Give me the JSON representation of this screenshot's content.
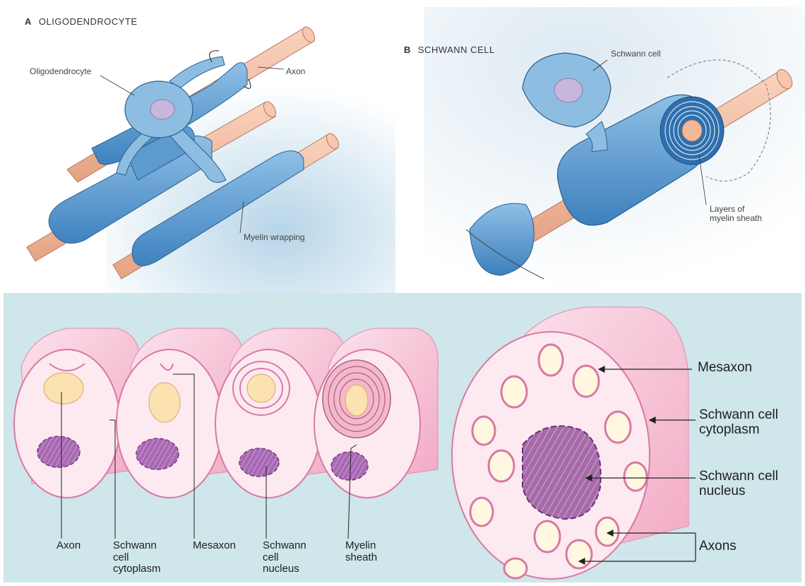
{
  "panel_a": {
    "letter": "A",
    "title": "OLIGODENDROCYTE",
    "labels": {
      "oligodendrocyte": "Oligodendrocyte",
      "axon": "Axon",
      "myelin_wrapping": "Myelin wrapping"
    }
  },
  "panel_b": {
    "letter": "B",
    "title": "SCHWANN CELL",
    "labels": {
      "schwann_cell": "Schwann cell",
      "layers_line1": "Layers of",
      "layers_line2": "myelin sheath"
    }
  },
  "panel_c": {
    "labels": {
      "axon": "Axon",
      "cytoplasm_line1": "Schwann",
      "cytoplasm_line2": "cell",
      "cytoplasm_line3": "cytoplasm",
      "mesaxon": "Mesaxon",
      "nucleus_line1": "Schwann",
      "nucleus_line2": "cell",
      "nucleus_line3": "nucleus",
      "myelin_line1": "Myelin",
      "myelin_line2": "sheath"
    }
  },
  "panel_d": {
    "labels": {
      "mesaxon": "Mesaxon",
      "cytoplasm_line1": "Schwann cell",
      "cytoplasm_line2": "cytoplasm",
      "nucleus_line1": "Schwann cell",
      "nucleus_line2": "nucleus",
      "axons": "Axons"
    }
  },
  "colors": {
    "myelin_blue": "#5b9bd5",
    "axon_peach": "#f3b89a",
    "sheath_pink": "#f6c6d8",
    "nucleus_purple": "#9b5fae",
    "panel_bg_teal": "#cfe6ea"
  }
}
